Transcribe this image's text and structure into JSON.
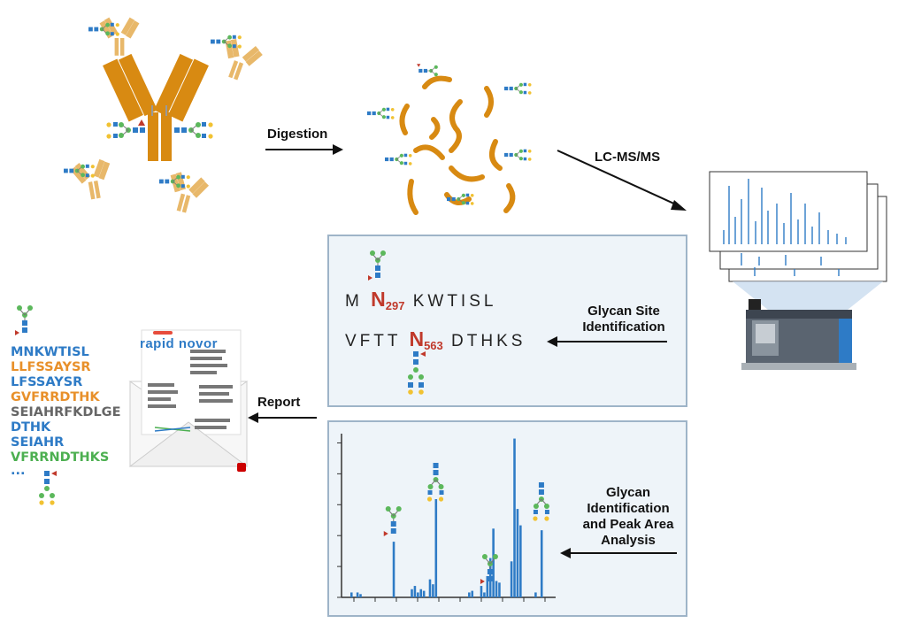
{
  "steps": {
    "digestion": "Digestion",
    "lcms": "LC-MS/MS",
    "glycan_site": [
      "Glycan Site",
      "Identification"
    ],
    "report": "Report",
    "glycan_id": [
      "Glycan",
      "Identification",
      "and Peak Area",
      "Analysis"
    ]
  },
  "site_panel": {
    "seq1_pre": "M",
    "seq1_site": "N",
    "seq1_site_num": "297",
    "seq1_post": "KWTISL",
    "seq2_pre": "VFTT",
    "seq2_site": "N",
    "seq2_site_num": "563",
    "seq2_post": "DTHKS"
  },
  "report_brand": "rapid novor",
  "peptides": [
    {
      "text": "MNKWTISL",
      "color": "#2e7bc6"
    },
    {
      "text": "LLFSSAYSR",
      "color": "#e8902a"
    },
    {
      "text": "LFSSAYSR",
      "color": "#2e7bc6"
    },
    {
      "text": "GVFRRDTHK",
      "color": "#e8902a"
    },
    {
      "text": "SEIAHRFKDLGE",
      "color": "#666666"
    },
    {
      "text": "DTHK",
      "color": "#2e7bc6"
    },
    {
      "text": "SEIAHR",
      "color": "#2e7bc6"
    },
    {
      "text": "VFRRNDTHKS",
      "color": "#4caf50"
    }
  ],
  "peptides_more": "...",
  "colors": {
    "antibody": "#d88a12",
    "antibody_light": "#e8b86a",
    "glcnac": "#2e7bc6",
    "mannose": "#5cb85c",
    "galactose": "#f1c232",
    "fucose": "#c0392b",
    "panel_bg": "#eef4f9",
    "panel_border": "#9eb4c8"
  },
  "chart_data": {
    "type": "bar",
    "title": "",
    "xlabel": "",
    "ylabel": "",
    "ylim": [
      0,
      100
    ],
    "values": [
      3,
      0,
      3,
      2,
      0,
      0,
      0,
      0,
      0,
      0,
      0,
      0,
      0,
      0,
      34,
      0,
      0,
      0,
      0,
      0,
      5,
      7,
      3,
      5,
      4,
      0,
      11,
      8,
      60,
      0,
      0,
      0,
      0,
      0,
      0,
      0,
      0,
      0,
      0,
      3,
      4,
      0,
      0,
      7,
      3,
      13,
      24,
      42,
      10,
      9,
      0,
      0,
      0,
      22,
      97,
      54,
      44,
      0,
      0,
      0,
      0,
      3,
      0,
      41,
      0,
      0,
      0,
      0
    ]
  }
}
